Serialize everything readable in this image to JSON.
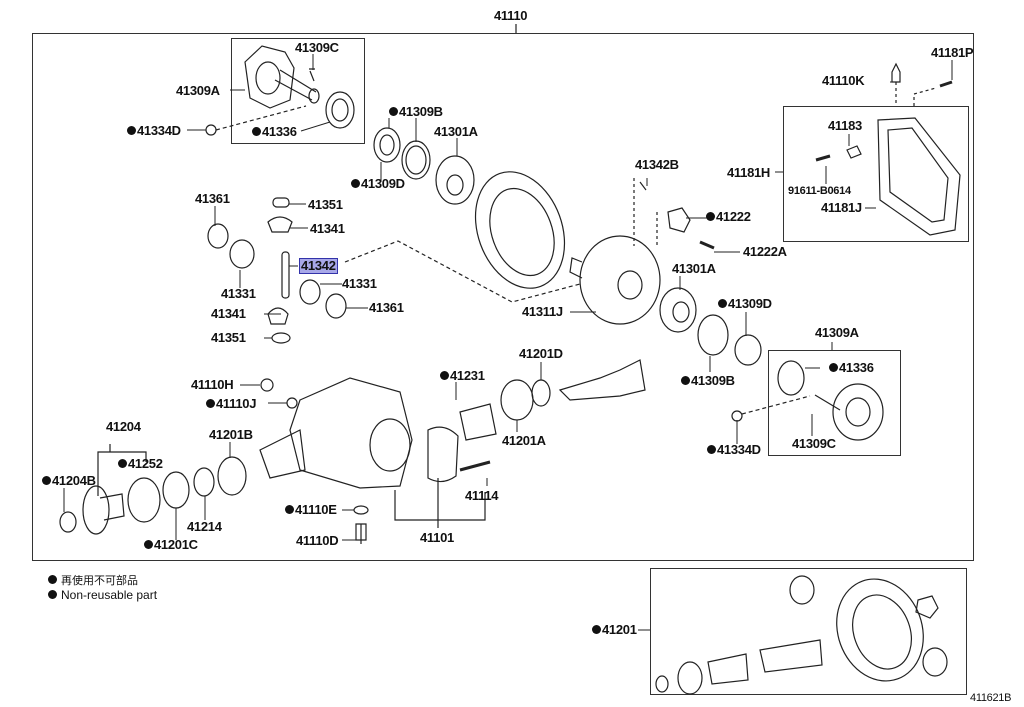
{
  "diagram": {
    "title_part": "41110",
    "figure_id": "411621B",
    "highlighted_part": "41342",
    "highlight_color": "#a8a8e8",
    "legend": {
      "jp": "再使用不可部品",
      "en": "Non-reusable part"
    },
    "labels": [
      {
        "id": "41110",
        "text": "41110",
        "nonreusable": false
      },
      {
        "id": "41309C-l",
        "text": "41309C",
        "nonreusable": false
      },
      {
        "id": "41309A-l",
        "text": "41309A",
        "nonreusable": false
      },
      {
        "id": "41334D-l",
        "text": "41334D",
        "nonreusable": true
      },
      {
        "id": "41336-l",
        "text": "41336",
        "nonreusable": true
      },
      {
        "id": "41309B-t",
        "text": "41309B",
        "nonreusable": true
      },
      {
        "id": "41301A-t",
        "text": "41301A",
        "nonreusable": false
      },
      {
        "id": "41309D-t",
        "text": "41309D",
        "nonreusable": true
      },
      {
        "id": "41361-a",
        "text": "41361",
        "nonreusable": false
      },
      {
        "id": "41351-a",
        "text": "41351",
        "nonreusable": false
      },
      {
        "id": "41341-a",
        "text": "41341",
        "nonreusable": false
      },
      {
        "id": "41342",
        "text": "41342",
        "nonreusable": false
      },
      {
        "id": "41331-a",
        "text": "41331",
        "nonreusable": false
      },
      {
        "id": "41331-b",
        "text": "41331",
        "nonreusable": false
      },
      {
        "id": "41341-b",
        "text": "41341",
        "nonreusable": false
      },
      {
        "id": "41361-b",
        "text": "41361",
        "nonreusable": false
      },
      {
        "id": "41351-b",
        "text": "41351",
        "nonreusable": false
      },
      {
        "id": "41342B",
        "text": "41342B",
        "nonreusable": false
      },
      {
        "id": "41222",
        "text": "41222",
        "nonreusable": true
      },
      {
        "id": "41222A",
        "text": "41222A",
        "nonreusable": false
      },
      {
        "id": "41311J",
        "text": "41311J",
        "nonreusable": false
      },
      {
        "id": "41301A-r",
        "text": "41301A",
        "nonreusable": false
      },
      {
        "id": "41309D-r",
        "text": "41309D",
        "nonreusable": true
      },
      {
        "id": "41309B-r",
        "text": "41309B",
        "nonreusable": true
      },
      {
        "id": "41309A-r",
        "text": "41309A",
        "nonreusable": false
      },
      {
        "id": "41336-r",
        "text": "41336",
        "nonreusable": true
      },
      {
        "id": "41334D-r",
        "text": "41334D",
        "nonreusable": true
      },
      {
        "id": "41309C-r",
        "text": "41309C",
        "nonreusable": false
      },
      {
        "id": "41181P",
        "text": "41181P",
        "nonreusable": false
      },
      {
        "id": "41110K",
        "text": "41110K",
        "nonreusable": false
      },
      {
        "id": "41183",
        "text": "41183",
        "nonreusable": false
      },
      {
        "id": "41181H",
        "text": "41181H",
        "nonreusable": false
      },
      {
        "id": "91611-B0614",
        "text": "91611-B0614",
        "nonreusable": false
      },
      {
        "id": "41181J",
        "text": "41181J",
        "nonreusable": false
      },
      {
        "id": "41110H",
        "text": "41110H",
        "nonreusable": false
      },
      {
        "id": "41110J",
        "text": "41110J",
        "nonreusable": true
      },
      {
        "id": "41204",
        "text": "41204",
        "nonreusable": false
      },
      {
        "id": "41252",
        "text": "41252",
        "nonreusable": true
      },
      {
        "id": "41204B",
        "text": "41204B",
        "nonreusable": true
      },
      {
        "id": "41201B",
        "text": "41201B",
        "nonreusable": false
      },
      {
        "id": "41214",
        "text": "41214",
        "nonreusable": false
      },
      {
        "id": "41201C",
        "text": "41201C",
        "nonreusable": true
      },
      {
        "id": "41110E",
        "text": "41110E",
        "nonreusable": true
      },
      {
        "id": "41110D",
        "text": "41110D",
        "nonreusable": false
      },
      {
        "id": "41231",
        "text": "41231",
        "nonreusable": true
      },
      {
        "id": "41201D",
        "text": "41201D",
        "nonreusable": false
      },
      {
        "id": "41201A",
        "text": "41201A",
        "nonreusable": false
      },
      {
        "id": "41114",
        "text": "41114",
        "nonreusable": false
      },
      {
        "id": "41101",
        "text": "41101",
        "nonreusable": false
      },
      {
        "id": "41201",
        "text": "41201",
        "nonreusable": true
      }
    ]
  }
}
